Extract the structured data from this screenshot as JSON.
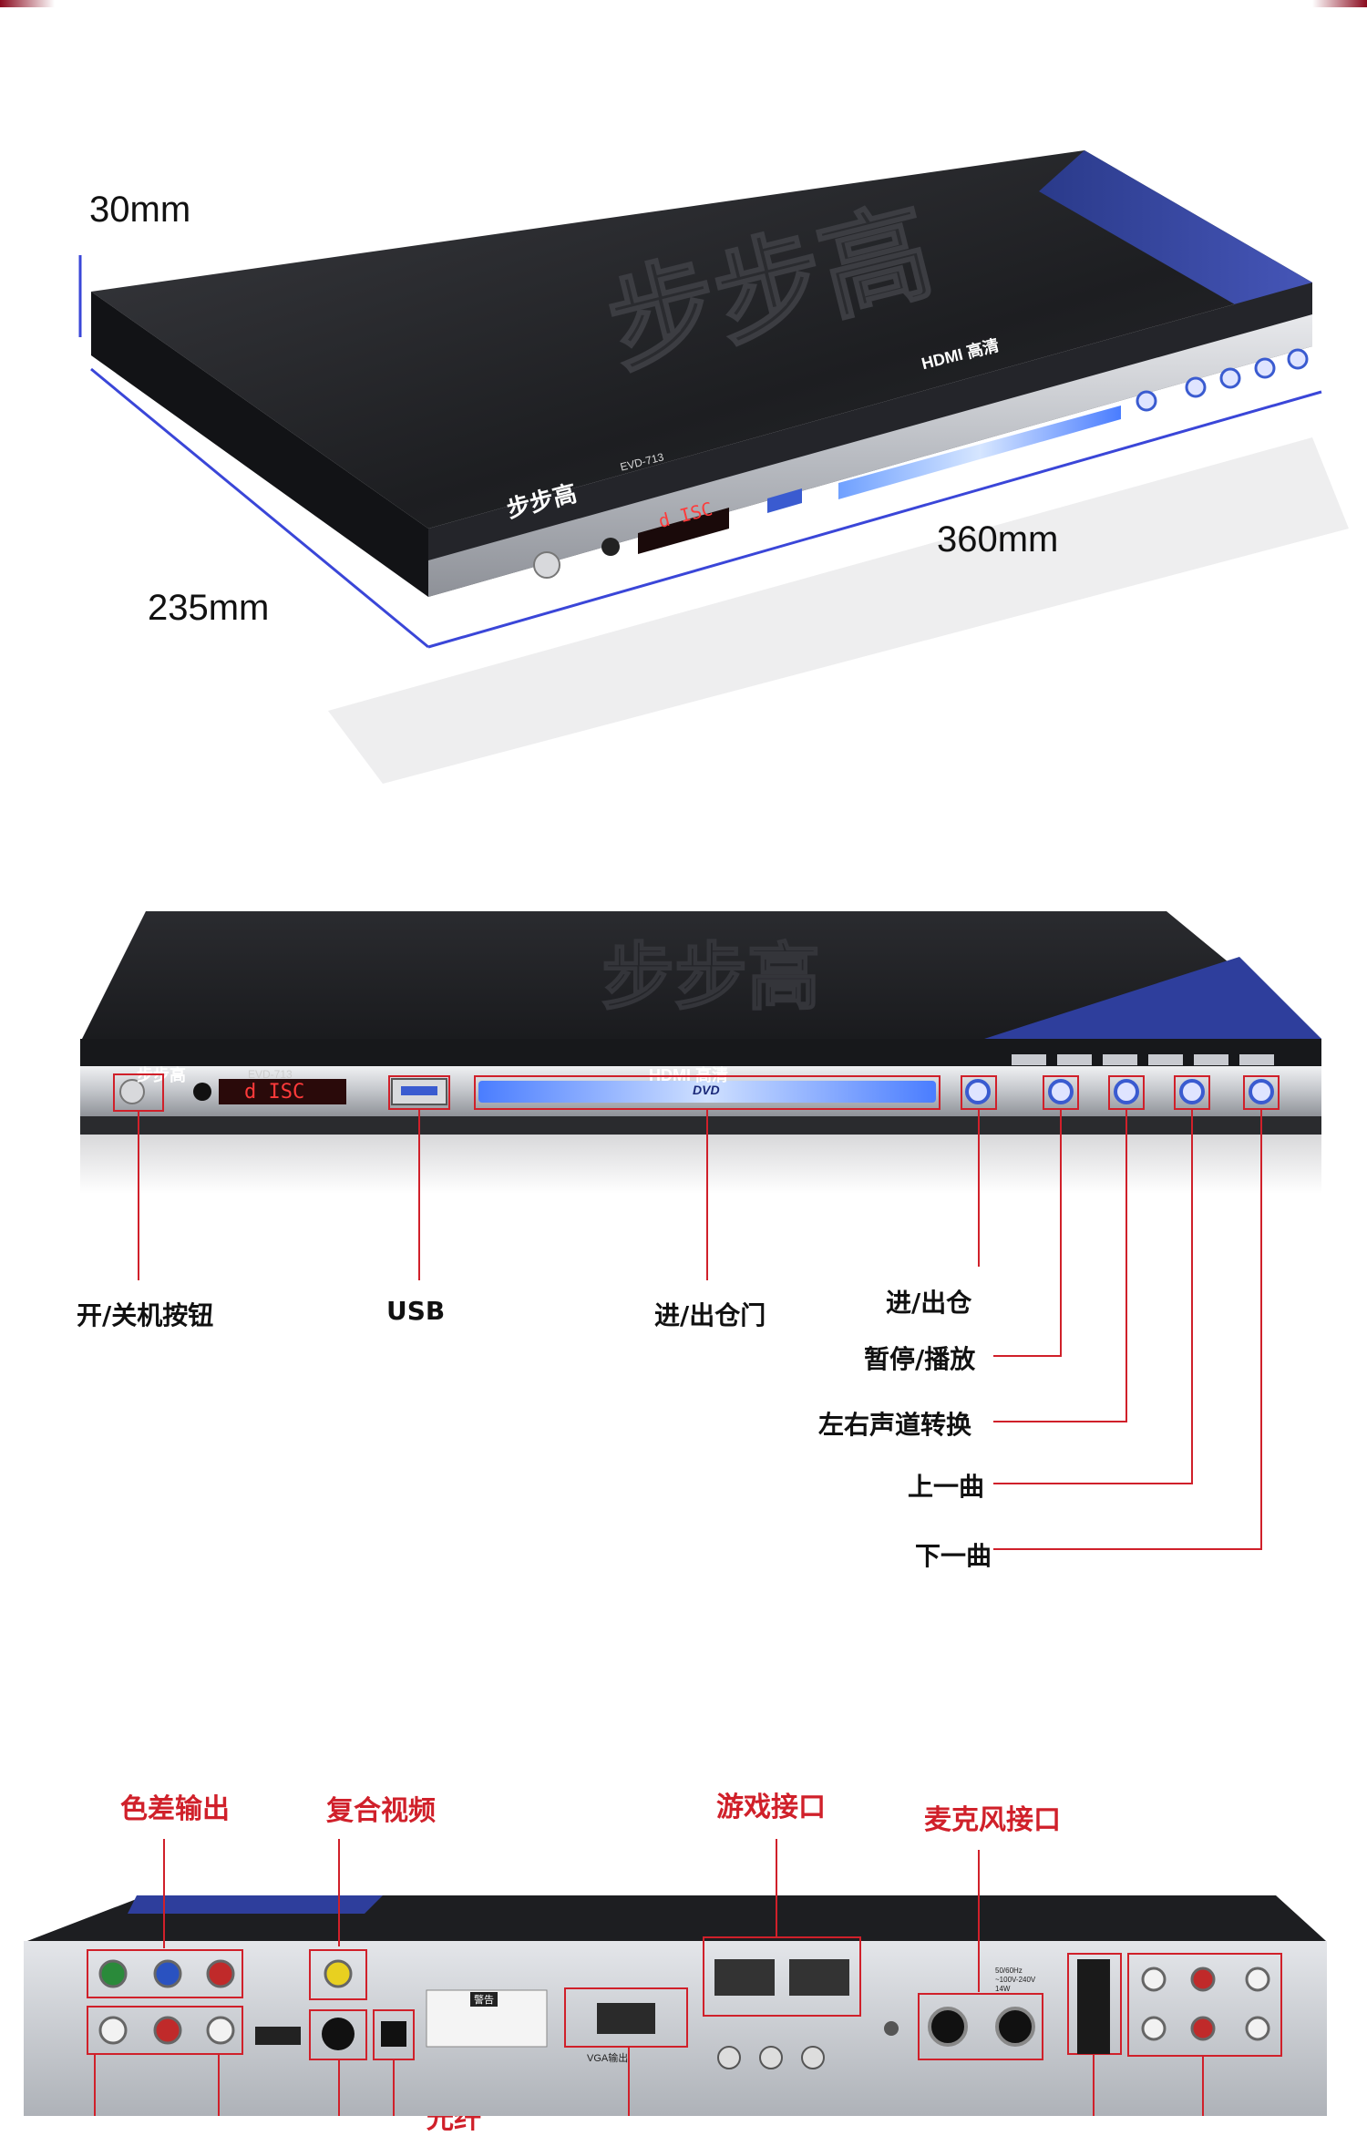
{
  "dimensions": {
    "height": "30mm",
    "depth": "235mm",
    "width": "360mm"
  },
  "device": {
    "brand": "步步高",
    "model": "EVD-713",
    "hdmi": "HDMI 高清",
    "display": "d ISC",
    "tray": "DVD"
  },
  "front_callouts": {
    "power": "开/关机按钮",
    "usb": "USB",
    "tray_door": "进/出仓门",
    "eject": "进/出仓",
    "play_pause": "暂停/播放",
    "channel": "左右声道转换",
    "prev": "上一曲",
    "next": "下一曲"
  },
  "rear_callouts": {
    "component": "色差输出",
    "composite": "复合视频",
    "game": "游戏接口",
    "mic": "麦克风接口",
    "optical": "光纤"
  },
  "rear_panel": {
    "vga": "VGA输出",
    "power_spec": "50/60Hz ~100V-240V 14W",
    "warning_title": "警告"
  },
  "colors": {
    "accent_red": "#d0202a",
    "led_blue": "#4a7dff",
    "body_dark": "#1e1f22",
    "panel_silver": "#c9cbd0"
  }
}
